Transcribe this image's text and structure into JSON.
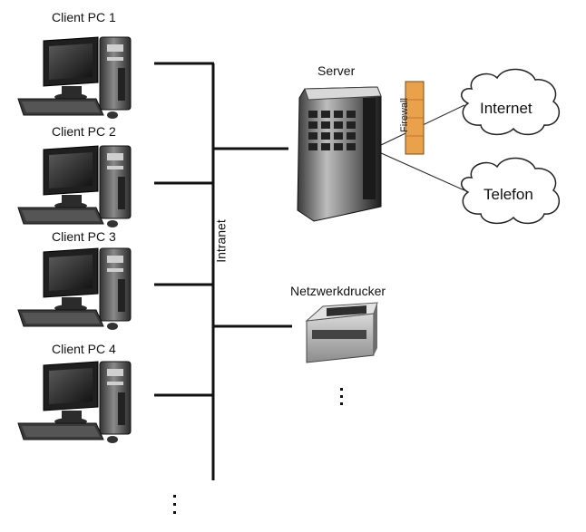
{
  "clients": [
    {
      "label": "Client PC 1"
    },
    {
      "label": "Client PC 2"
    },
    {
      "label": "Client PC 3"
    },
    {
      "label": "Client PC 4"
    }
  ],
  "network": {
    "label": "Intranet",
    "more_marker": "⋮"
  },
  "server": {
    "label": "Server"
  },
  "firewall": {
    "label": "Firewall",
    "color": "#e9a14b"
  },
  "clouds": [
    {
      "label": "Internet"
    },
    {
      "label": "Telefon"
    }
  ],
  "printer": {
    "label": "Netzwerkdrucker",
    "more_marker": "⋮"
  }
}
